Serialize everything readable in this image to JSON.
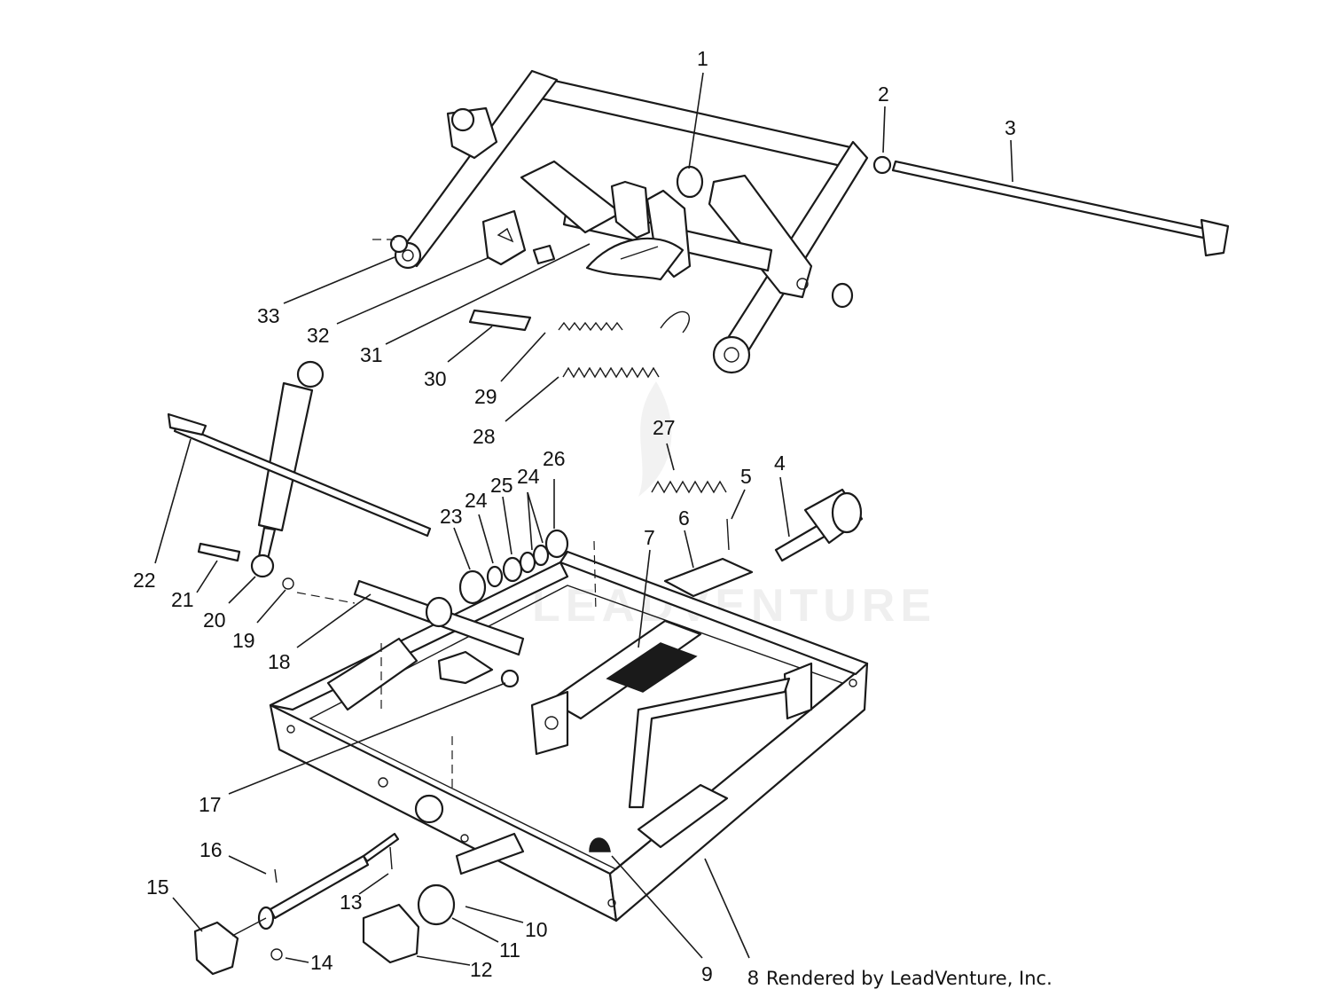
{
  "diagram": {
    "credit": "Rendered by LeadVenture, Inc.",
    "watermark": "LEADVENTURE",
    "callouts": [
      "1",
      "2",
      "3",
      "4",
      "5",
      "6",
      "7",
      "8",
      "9",
      "10",
      "11",
      "12",
      "13",
      "14",
      "15",
      "16",
      "17",
      "18",
      "19",
      "20",
      "21",
      "22",
      "23",
      "24",
      "24",
      "25",
      "26",
      "27",
      "28",
      "29",
      "30",
      "31",
      "32",
      "33"
    ]
  }
}
